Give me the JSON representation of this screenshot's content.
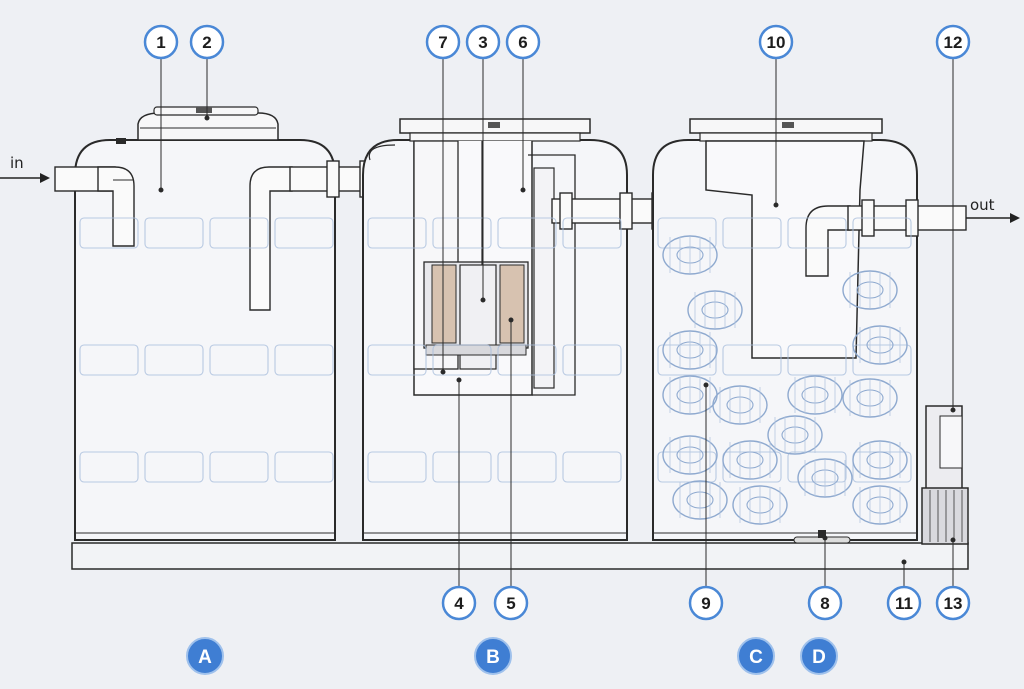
{
  "flow": {
    "inlet": "in",
    "outlet": "out"
  },
  "callouts": [
    "1",
    "2",
    "3",
    "4",
    "5",
    "6",
    "7",
    "8",
    "9",
    "10",
    "11",
    "12",
    "13"
  ],
  "sections": [
    "A",
    "B",
    "C",
    "D"
  ],
  "colors": {
    "background": "#eef0f4",
    "line": "#2a2a2a",
    "callout_ring": "#4a88d6",
    "section_badge": "#3f7ed3",
    "media_blue": "#9cb6d6"
  }
}
